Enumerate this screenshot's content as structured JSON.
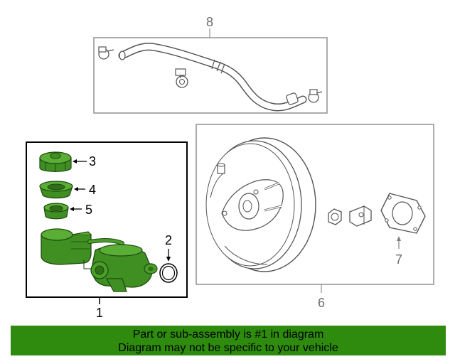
{
  "colors": {
    "highlight_green": "#2e8b0e",
    "part_green": "#4a9e2a",
    "line_gray": "#808080",
    "label_gray": "#6e6e6e"
  },
  "callouts": {
    "c1": "1",
    "c2": "2",
    "c3": "3",
    "c4": "4",
    "c5": "5",
    "c6": "6",
    "c7": "7",
    "c8": "8"
  },
  "banner": {
    "line1": "Part or sub-assembly is #1 in diagram",
    "line2": "Diagram may not be specific to your vehicle"
  }
}
